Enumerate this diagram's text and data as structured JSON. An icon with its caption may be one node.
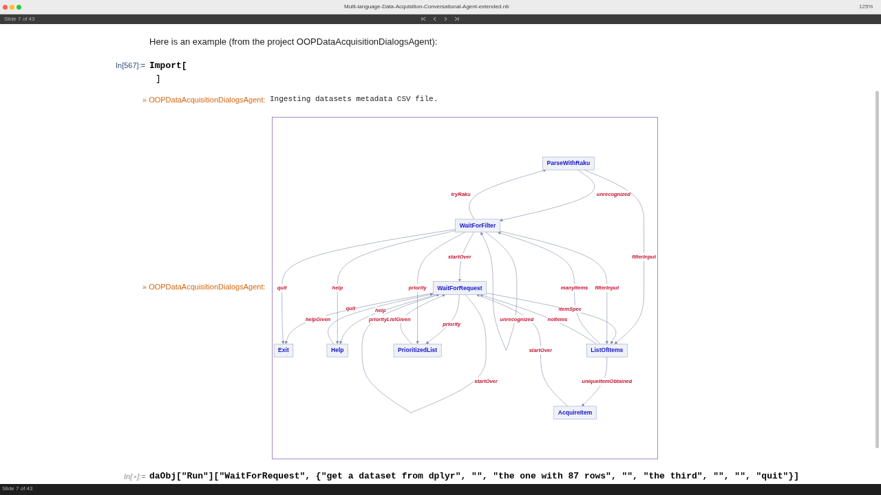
{
  "diagram": {
    "nodes": [
      {
        "text": [
          "ParseWithRaku"
        ]
      },
      {
        "text": [
          "WaitForRequest"
        ]
      },
      {
        "text": [
          "WaitForFilter"
        ]
      },
      {
        "text": [
          "Exit"
        ]
      },
      {
        "text": [
          "AcquireItem"
        ]
      },
      {
        "text": [
          "Help"
        ]
      },
      {
        "text": [
          "ListOfItems"
        ]
      },
      {
        "text": [
          "PrioritizedList"
        ]
      }
    ],
    "edges": [
      {
        "from": 1,
        "to": 1,
        "arrow": "to",
        "label": "startOver"
      },
      {
        "from": 2,
        "to": 2,
        "arrow": "to",
        "label": "unrecognized"
      },
      {
        "from": 2,
        "to": 0,
        "arrow": "to",
        "label": "tryRaku"
      },
      {
        "from": 0,
        "to": 2,
        "arrow": "to",
        "label": "unrecognized"
      },
      {
        "from": 2,
        "to": 1,
        "arrow": "to",
        "label": "startOver"
      },
      {
        "from": 1,
        "to": 3,
        "arrow": "to",
        "label": "quit"
      },
      {
        "from": 2,
        "to": 3,
        "arrow": "to",
        "label": "quit"
      },
      {
        "from": 4,
        "to": 1,
        "arrow": "to",
        "label": "startOver"
      },
      {
        "from": 0,
        "to": 6,
        "arrow": "to",
        "label": "filterInput"
      },
      {
        "from": 1,
        "to": 6,
        "arrow": "to",
        "label": "itemSpec"
      },
      {
        "from": 5,
        "to": 1,
        "arrow": "to",
        "label": "helpGiven"
      },
      {
        "from": 1,
        "to": 5,
        "arrow": "to",
        "label": "help"
      },
      {
        "from": 2,
        "to": 5,
        "arrow": "to",
        "label": "help"
      },
      {
        "from": 6,
        "to": 2,
        "arrow": "to",
        "label": "manyItems"
      },
      {
        "from": 2,
        "to": 6,
        "arrow": "to",
        "label": "filterInput"
      },
      {
        "from": 1,
        "to": 7,
        "arrow": "to",
        "label": "priority"
      },
      {
        "from": 6,
        "to": 1,
        "arrow": "to",
        "label": "noItems"
      },
      {
        "from": 2,
        "to": 7,
        "arrow": "to",
        "label": "priority"
      },
      {
        "from": 7,
        "to": 1,
        "arrow": "to",
        "label": "priorityListGiven"
      },
      {
        "from": 6,
        "to": 4,
        "arrow": "to",
        "label": "uniqueItemObtained"
      }
    ],
    "labels": [
      "Multi-language-Data-Acquisition-Conversational-Agent-extended.nb",
      "125%",
      "Slide 7 of 43",
      "Here is an example (from the project OOPDataAcquisitionDialogsAgent):",
      "In[567]:=",
      "Import[",
      "]",
      "» OOPDataAcquisitionDialogsAgent:",
      "Ingesting datasets metadata CSV file.",
      "» OOPDataAcquisitionDialogsAgent:",
      "In[∘]:=",
      "daObj[\"Run\"][\"WaitForRequest\", {\"get a dataset from dplyr\", \"\", \"the one with 87 rows\", \"\", \"the third\", \"\", \"\", \"quit\"}]",
      "Slide 7 of 43"
    ]
  }
}
